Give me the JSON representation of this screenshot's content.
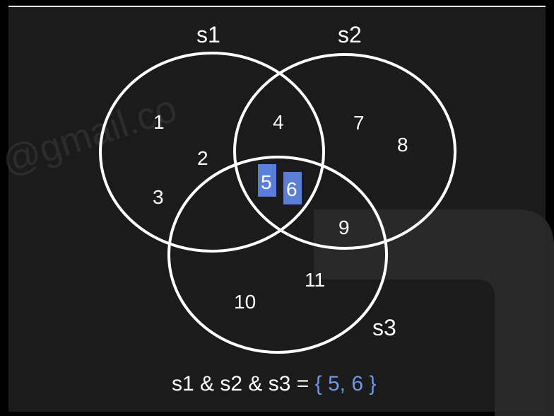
{
  "diagram": {
    "sets": [
      {
        "id": "s1",
        "label": "s1"
      },
      {
        "id": "s2",
        "label": "s2"
      },
      {
        "id": "s3",
        "label": "s3"
      }
    ],
    "elements": {
      "n1": "1",
      "n2": "2",
      "n3": "3",
      "n4": "4",
      "n5": "5",
      "n6": "6",
      "n7": "7",
      "n8": "8",
      "n9": "9",
      "n10": "10",
      "n11": "11"
    },
    "highlighted": [
      "5",
      "6"
    ],
    "highlight_color": "#5b7fd6",
    "circle_color": "#ffffff",
    "background_color": "#1b1b1b"
  },
  "watermark": "@gmail.co",
  "formula": {
    "expression": "s1 & s2 & s3 = ",
    "result": "{ 5, 6 }",
    "result_color": "#6f96e8"
  }
}
